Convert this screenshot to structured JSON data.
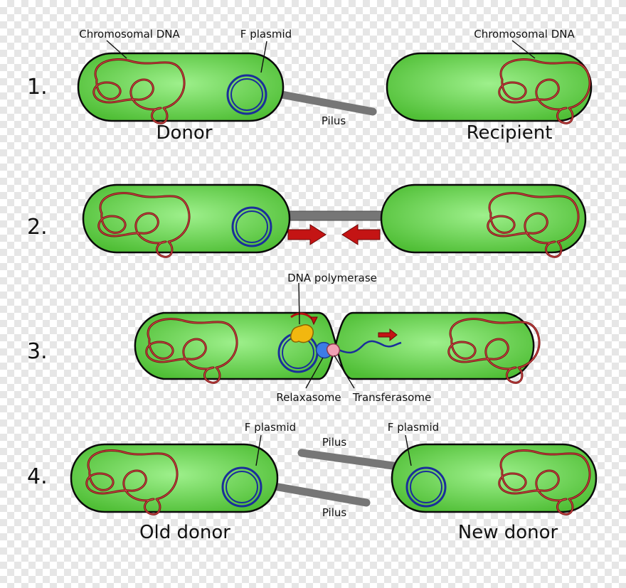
{
  "steps": [
    "1.",
    "2.",
    "3.",
    "4."
  ],
  "labels": {
    "chromosomal_dna_left": "Chromosomal DNA",
    "f_plasmid_top": "F plasmid",
    "chromosomal_dna_right": "Chromosomal DNA",
    "pilus_1": "Pilus",
    "donor": "Donor",
    "recipient": "Recipient",
    "dna_polymerase": "DNA polymerase",
    "relaxasome": "Relaxasome",
    "transferasome": "Transferasome",
    "f_plasmid_4_left": "F plasmid",
    "f_plasmid_4_right": "F plasmid",
    "pilus_4_top": "Pilus",
    "pilus_4_bottom": "Pilus",
    "old_donor": "Old donor",
    "new_donor": "New donor"
  },
  "colors": {
    "cell_fill_center": "#9ef08c",
    "cell_fill_edge": "#4fbe35",
    "chromosome": "#7a1010",
    "plasmid": "#1a2f9a",
    "pilus": "#767676",
    "arrow": "#c41414",
    "polymerase": "#f2b70f",
    "relaxasome": "#3c7ce6",
    "transferasome": "#f2a0b4"
  }
}
